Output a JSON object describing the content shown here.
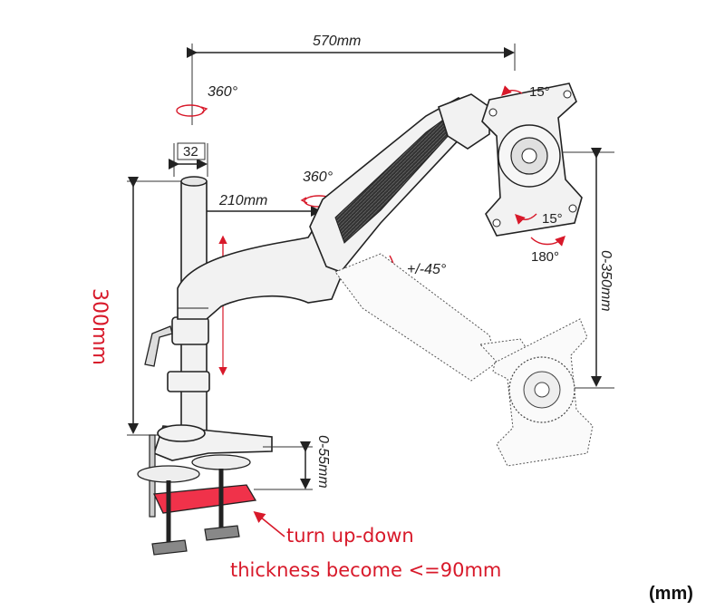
{
  "dimensions": {
    "arm_reach": "570mm",
    "pole_diameter": "32",
    "upper_rotation": "360°",
    "mid_reach": "210mm",
    "mid_rotation": "360°",
    "pole_height": "300mm",
    "vertical_travel": "0-350mm",
    "clamp_range": "0-55mm"
  },
  "angles": {
    "tilt_up": "15°",
    "tilt_down": "15°",
    "rotate": "180°",
    "swivel": "+/-45°"
  },
  "notes": {
    "line1": "turn up-down",
    "line2": "thickness become <=90mm"
  },
  "unit_label": "(mm)",
  "colors": {
    "accent_red": "#d8192a",
    "plate_fill": "#f0324a"
  }
}
